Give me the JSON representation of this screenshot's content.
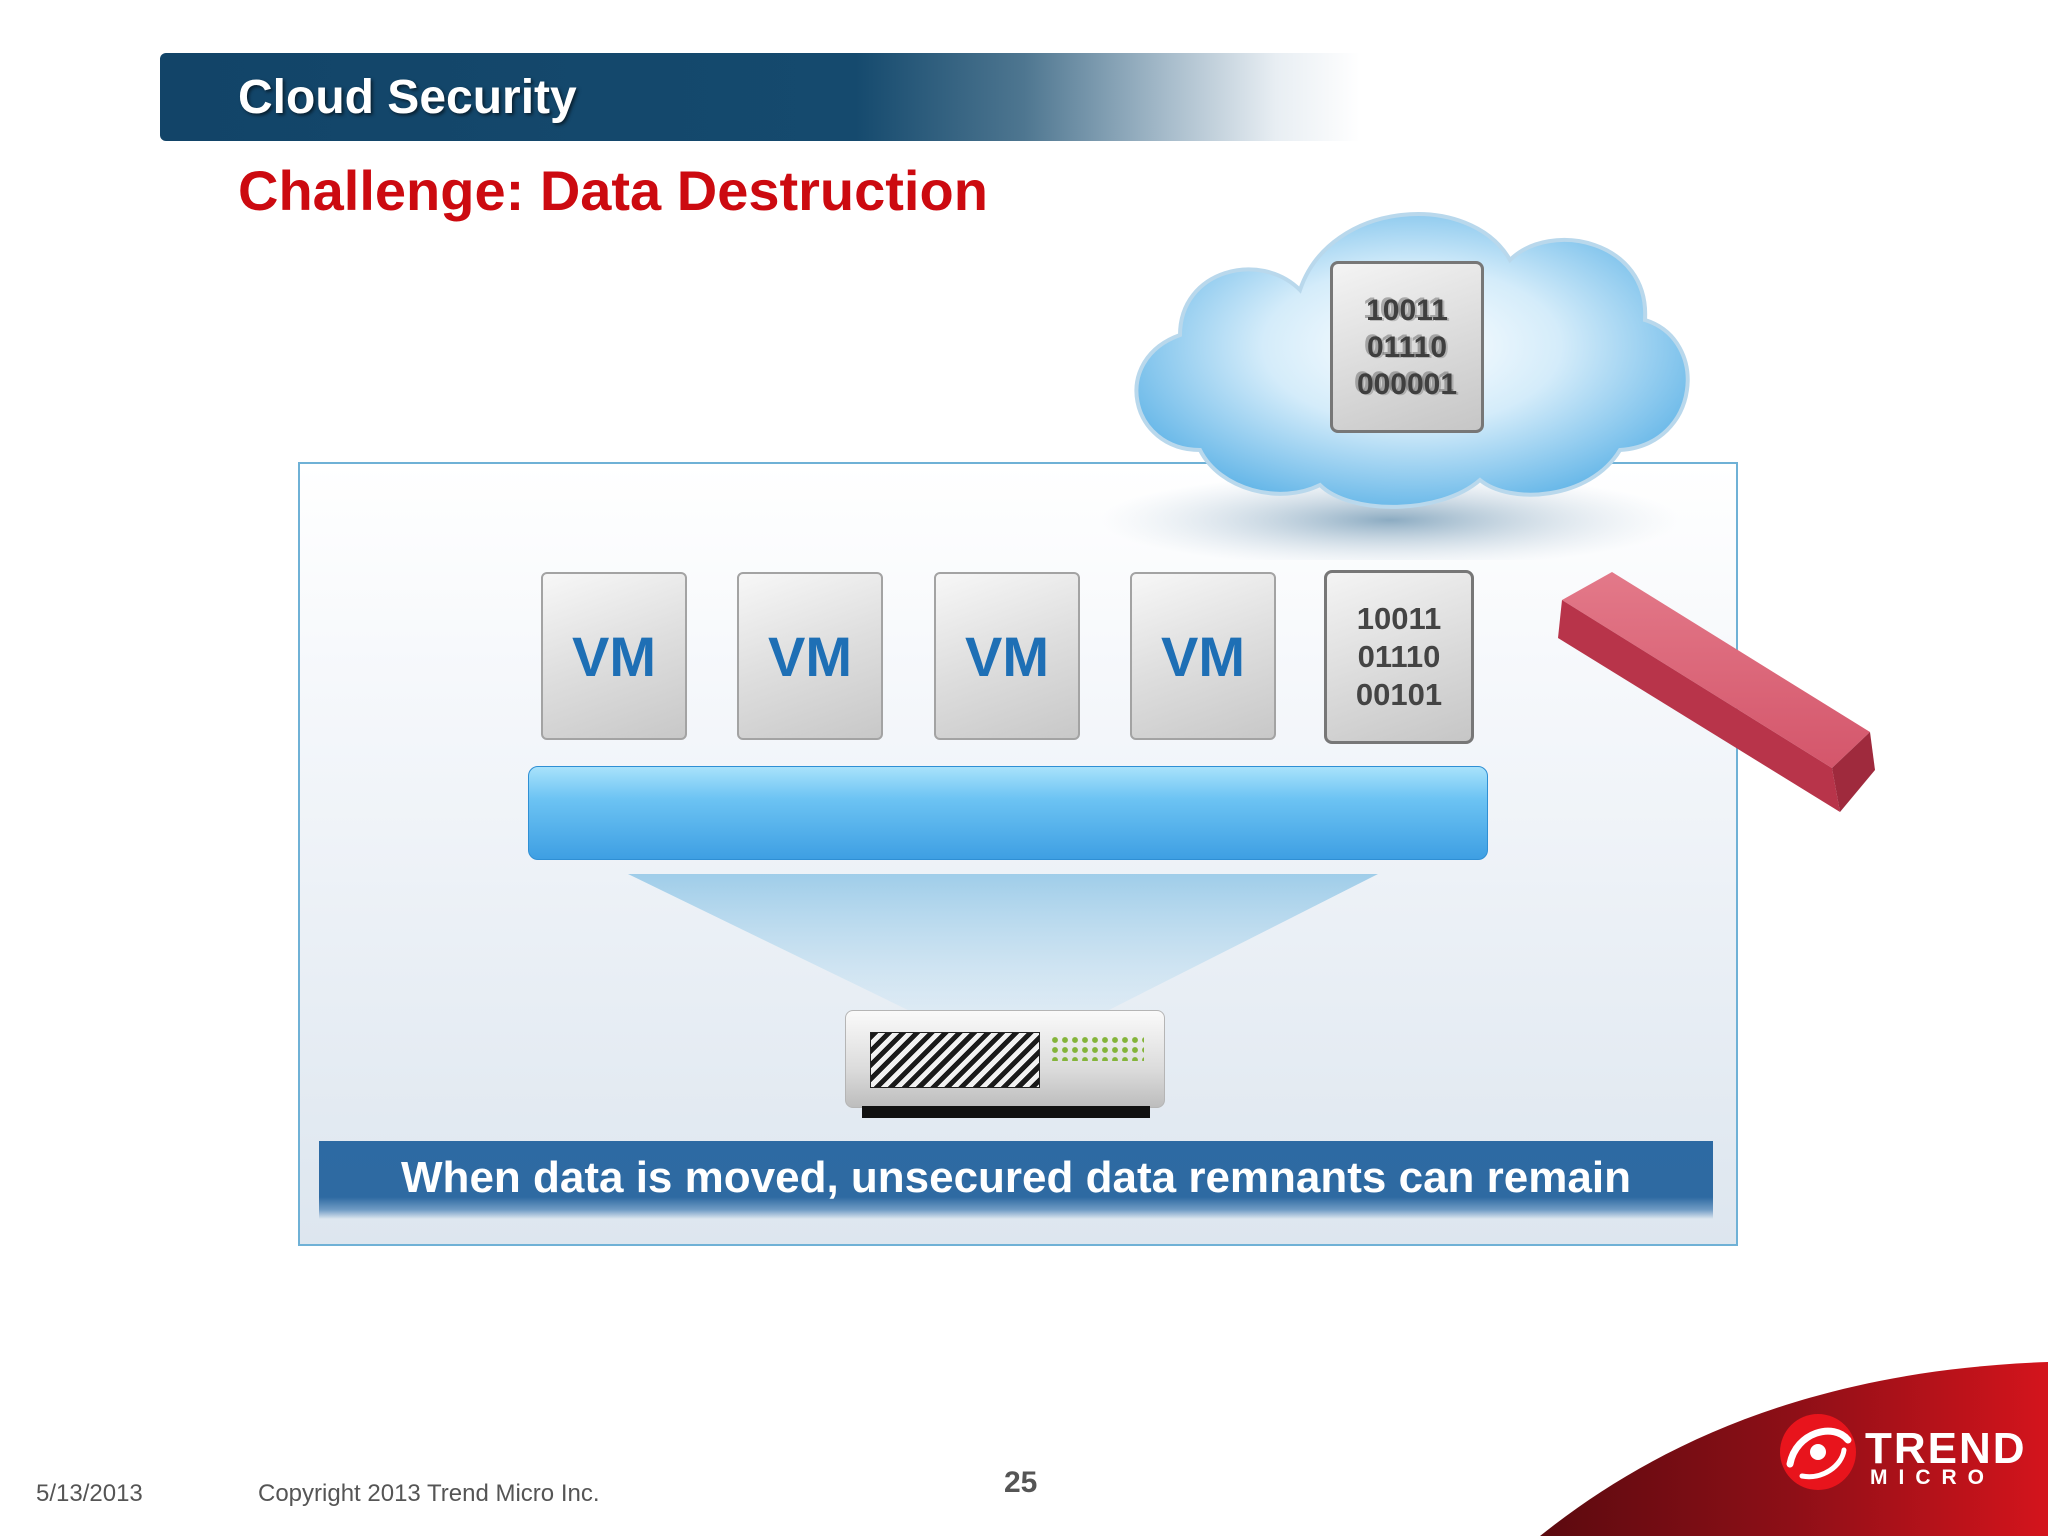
{
  "header": {
    "section_title": "Cloud Security",
    "slide_title": "Challenge: Data Destruction"
  },
  "diagram": {
    "vm_labels": [
      "VM",
      "VM",
      "VM",
      "VM"
    ],
    "data_block": [
      "10011",
      "01110",
      "00101"
    ],
    "cloud_data_block": [
      "10011",
      "01110",
      "000001"
    ],
    "caption": "When data is moved, unsecured data remnants can remain",
    "icons": [
      "cloud-icon",
      "eraser-icon",
      "server-icon",
      "hypervisor-bar"
    ]
  },
  "footer": {
    "date": "5/13/2013",
    "copyright": "Copyright 2013 Trend Micro Inc.",
    "page_number": "25"
  },
  "logo": {
    "line1": "TREND",
    "line2": "MICRO"
  },
  "colors": {
    "header_bar": "#124468",
    "title_red": "#cc0a10",
    "vm_text": "#1e6fb5",
    "caption_bar": "#2d6aa3",
    "hypervisor": "#4aa8e8",
    "eraser": "#d9576a"
  }
}
